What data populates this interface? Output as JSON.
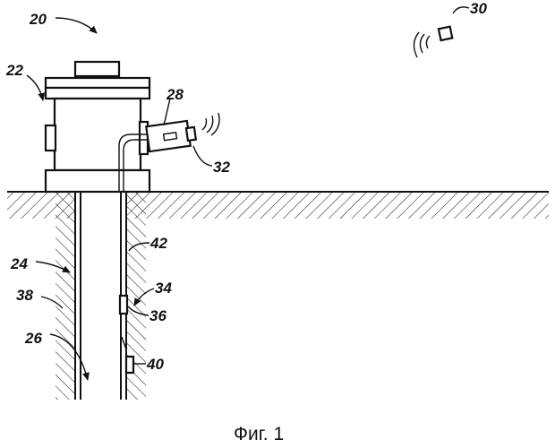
{
  "refs": {
    "r20": "20",
    "r22": "22",
    "r24": "24",
    "r26": "26",
    "r28": "28",
    "r30": "30",
    "r32": "32",
    "r34": "34",
    "r36": "36",
    "r38": "38",
    "r40": "40",
    "r42": "42"
  },
  "caption": "Фиг. 1"
}
